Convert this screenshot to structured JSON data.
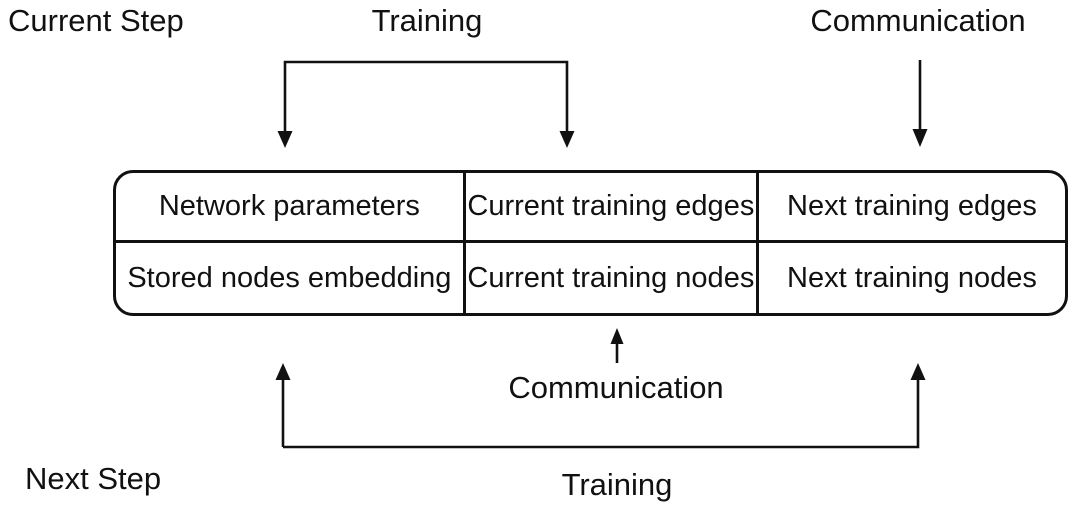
{
  "labels": {
    "current_step": "Current Step",
    "training_top": "Training",
    "communication_top": "Communication",
    "communication_bottom": "Communication",
    "next_step": "Next Step",
    "training_bottom": "Training"
  },
  "table": {
    "rows": [
      {
        "cells": [
          "Network parameters",
          "Current training edges",
          "Next training edges"
        ]
      },
      {
        "cells": [
          "Stored nodes embedding",
          "Current training nodes",
          "Next training nodes"
        ]
      }
    ]
  },
  "colors": {
    "line": "#111111",
    "text": "#111111",
    "background": "#ffffff"
  }
}
